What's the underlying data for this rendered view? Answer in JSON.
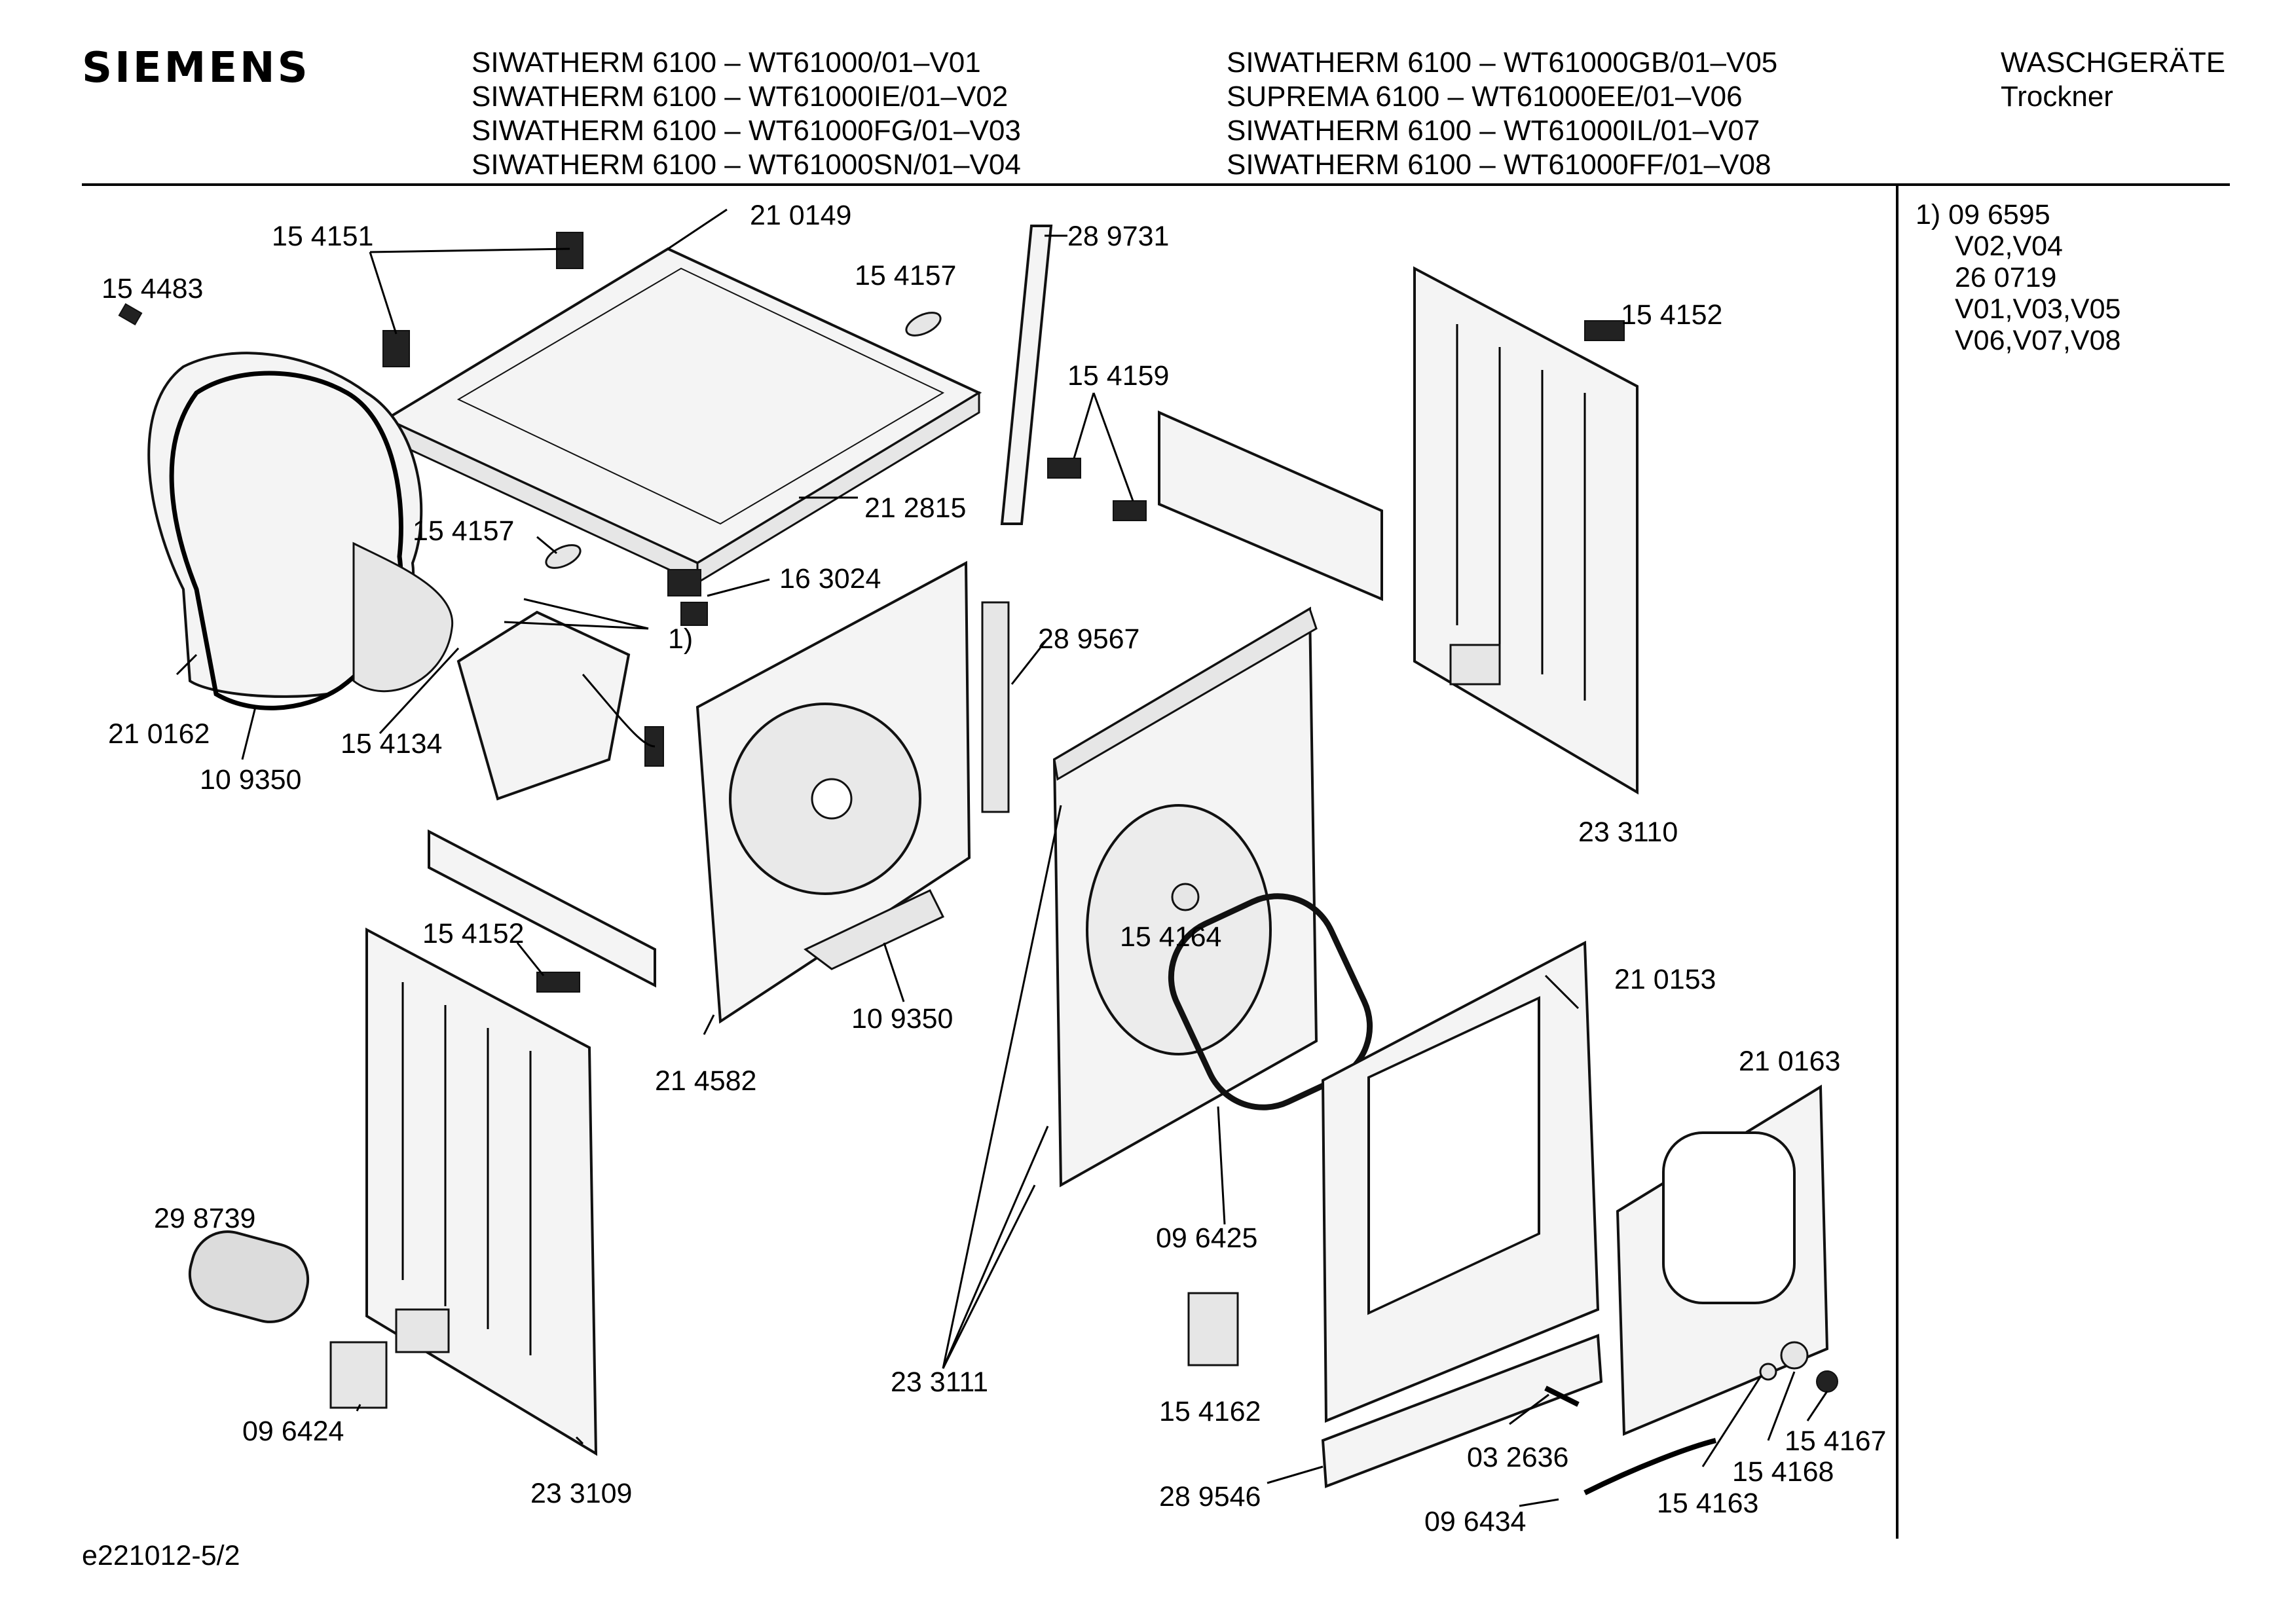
{
  "brand": "SIEMENS",
  "models_left": [
    "SIWATHERM 6100 – WT61000/01–V01",
    "SIWATHERM 6100 – WT61000IE/01–V02",
    "SIWATHERM 6100 – WT61000FG/01–V03",
    "SIWATHERM 6100 – WT61000SN/01–V04"
  ],
  "models_right": [
    "SIWATHERM 6100 – WT61000GB/01–V05",
    "SUPREMA 6100 – WT61000EE/01–V06",
    "SIWATHERM 6100 – WT61000IL/01–V07",
    "SIWATHERM 6100 – WT61000FF/01–V08"
  ],
  "category": "WASCHGERÄTE",
  "subcategory": "Trockner",
  "footnote": [
    "1) 09 6595",
    "V02,V04",
    "26 0719",
    "V01,V03,V05",
    "V06,V07,V08"
  ],
  "doc_id": "e221012-5/2",
  "part_labels": {
    "p154151": "15 4151",
    "p154483": "15 4483",
    "p210149": "21 0149",
    "p154157a": "15 4157",
    "p289731": "28 9731",
    "p154152a": "15 4152",
    "p154159": "15 4159",
    "p212815": "21 2815",
    "p154157b": "15 4157",
    "p163024": "16 3024",
    "note1": "1)",
    "p289567": "28 9567",
    "p210162": "21 0162",
    "p154134": "15 4134",
    "p109350a": "10 9350",
    "p233110": "23 3110",
    "p154152b": "15 4152",
    "p154164": "15 4164",
    "p109350b": "10 9350",
    "p210153": "21 0153",
    "p214582": "21 4582",
    "p210163": "21 0163",
    "p298739": "29 8739",
    "p096425": "09 6425",
    "p233111": "23 3111",
    "p154162": "15 4162",
    "p154167": "15 4167",
    "p032636": "03 2636",
    "p154168": "15 4168",
    "p096424": "09 6424",
    "p289546": "28 9546",
    "p154163": "15 4163",
    "p233109": "23 3109",
    "p096434": "09 6434"
  }
}
